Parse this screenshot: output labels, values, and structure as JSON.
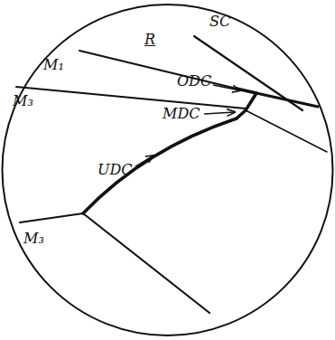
{
  "diagram": {
    "labels": [
      "SC",
      "R",
      "M₁",
      "ODC",
      "M₃",
      "MDC",
      "UDC",
      "M₃"
    ]
  }
}
